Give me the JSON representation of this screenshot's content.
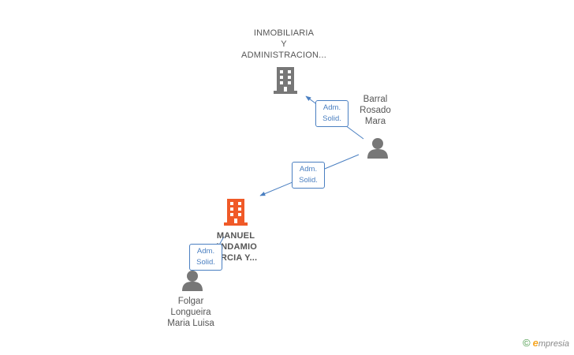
{
  "nodes": {
    "company_top": {
      "lines": [
        "INMOBILIARIA",
        "Y",
        "ADMINISTRACION..."
      ],
      "color": "#777777"
    },
    "company_main": {
      "lines": [
        "MANUEL",
        "ANDAMIO",
        "ARCIA Y..."
      ],
      "color": "#f05a28"
    },
    "person_barral": {
      "lines": [
        "Barral",
        "Rosado",
        "Mara"
      ]
    },
    "person_folgar": {
      "lines": [
        "Folgar",
        "Longueira",
        "Maria Luisa"
      ]
    }
  },
  "edges": [
    {
      "id": "barral_to_top",
      "badge": [
        "Adm.",
        "Solid."
      ]
    },
    {
      "id": "barral_to_main",
      "badge": [
        "Adm.",
        "Solid."
      ]
    },
    {
      "id": "folgar_to_main",
      "badge": [
        "Adm.",
        "Solid."
      ]
    }
  ],
  "colors": {
    "edge": "#4a7fc1",
    "person": "#777777"
  },
  "brand": {
    "copyright": "©",
    "initial": "e",
    "name": "mpresia"
  }
}
